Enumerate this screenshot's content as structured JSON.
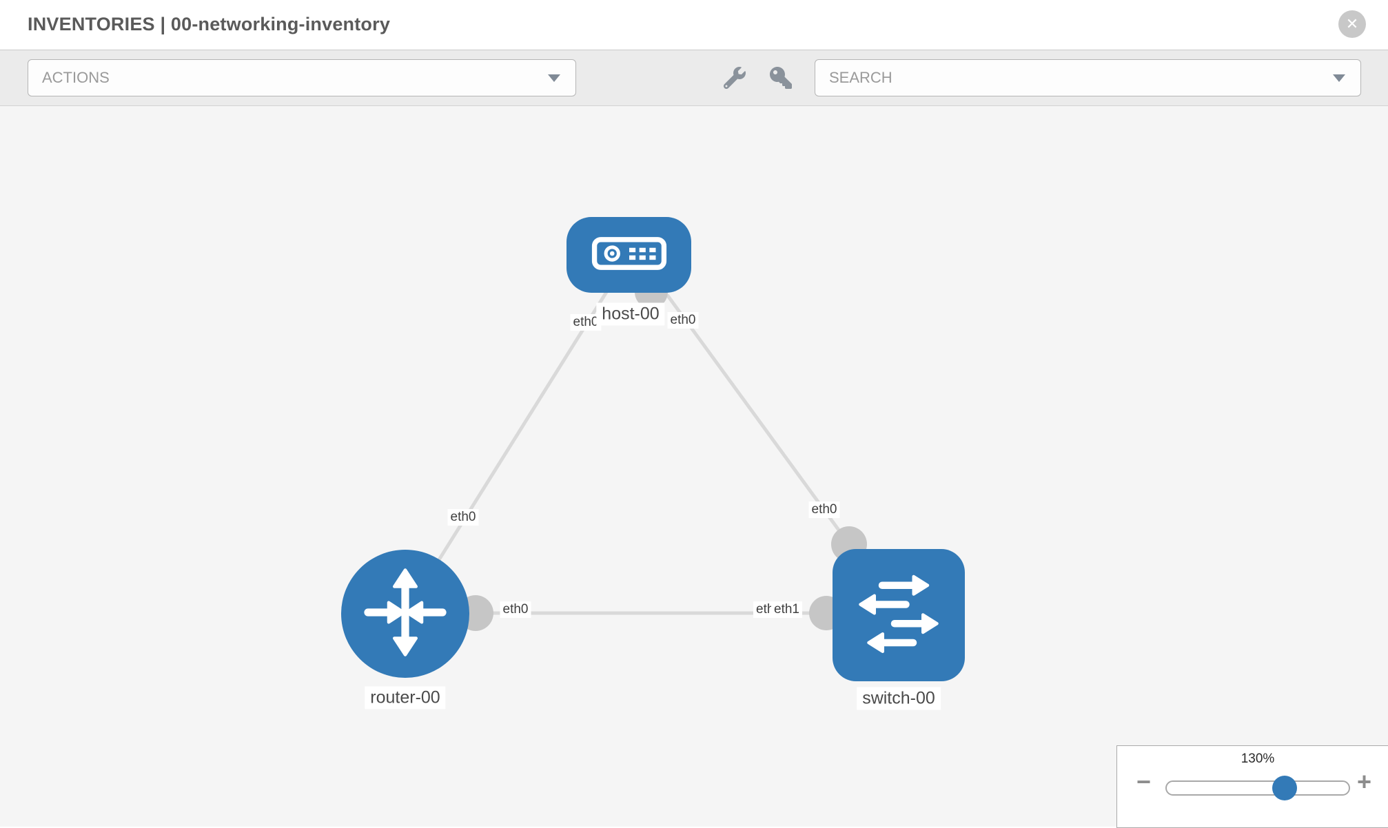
{
  "header": {
    "title": "INVENTORIES | 00-networking-inventory",
    "close_icon_glyph": "✕"
  },
  "toolbar": {
    "actions_placeholder": "ACTIONS",
    "search_placeholder": "SEARCH",
    "tool_icons": [
      "wrench-icon",
      "key-icon"
    ]
  },
  "topology": {
    "nodes": [
      {
        "label": "host-00",
        "type": "host"
      },
      {
        "label": "router-00",
        "type": "router"
      },
      {
        "label": "switch-00",
        "type": "switch"
      }
    ],
    "interface_labels": {
      "host_left": "eth0",
      "host_right": "eth0",
      "router_uplink": "eth0",
      "switch_uplink": "eth0",
      "router_link_port": "eth0",
      "switch_link_port_under": "eth0",
      "switch_link_port_over": "eth1"
    },
    "links": [
      {
        "from": "router-00",
        "to": "host-00"
      },
      {
        "from": "switch-00",
        "to": "host-00"
      },
      {
        "from": "router-00",
        "to": "switch-00"
      }
    ]
  },
  "zoom_control": {
    "level": "130%",
    "minus_glyph": "−",
    "plus_glyph": "+"
  },
  "colors": {
    "node_blue": "#337ab7",
    "link_gray": "#d9d9d9",
    "interface_gray": "#c6c6c6",
    "canvas_bg": "#f5f5f5",
    "toolbar_bg": "#ebebeb"
  }
}
